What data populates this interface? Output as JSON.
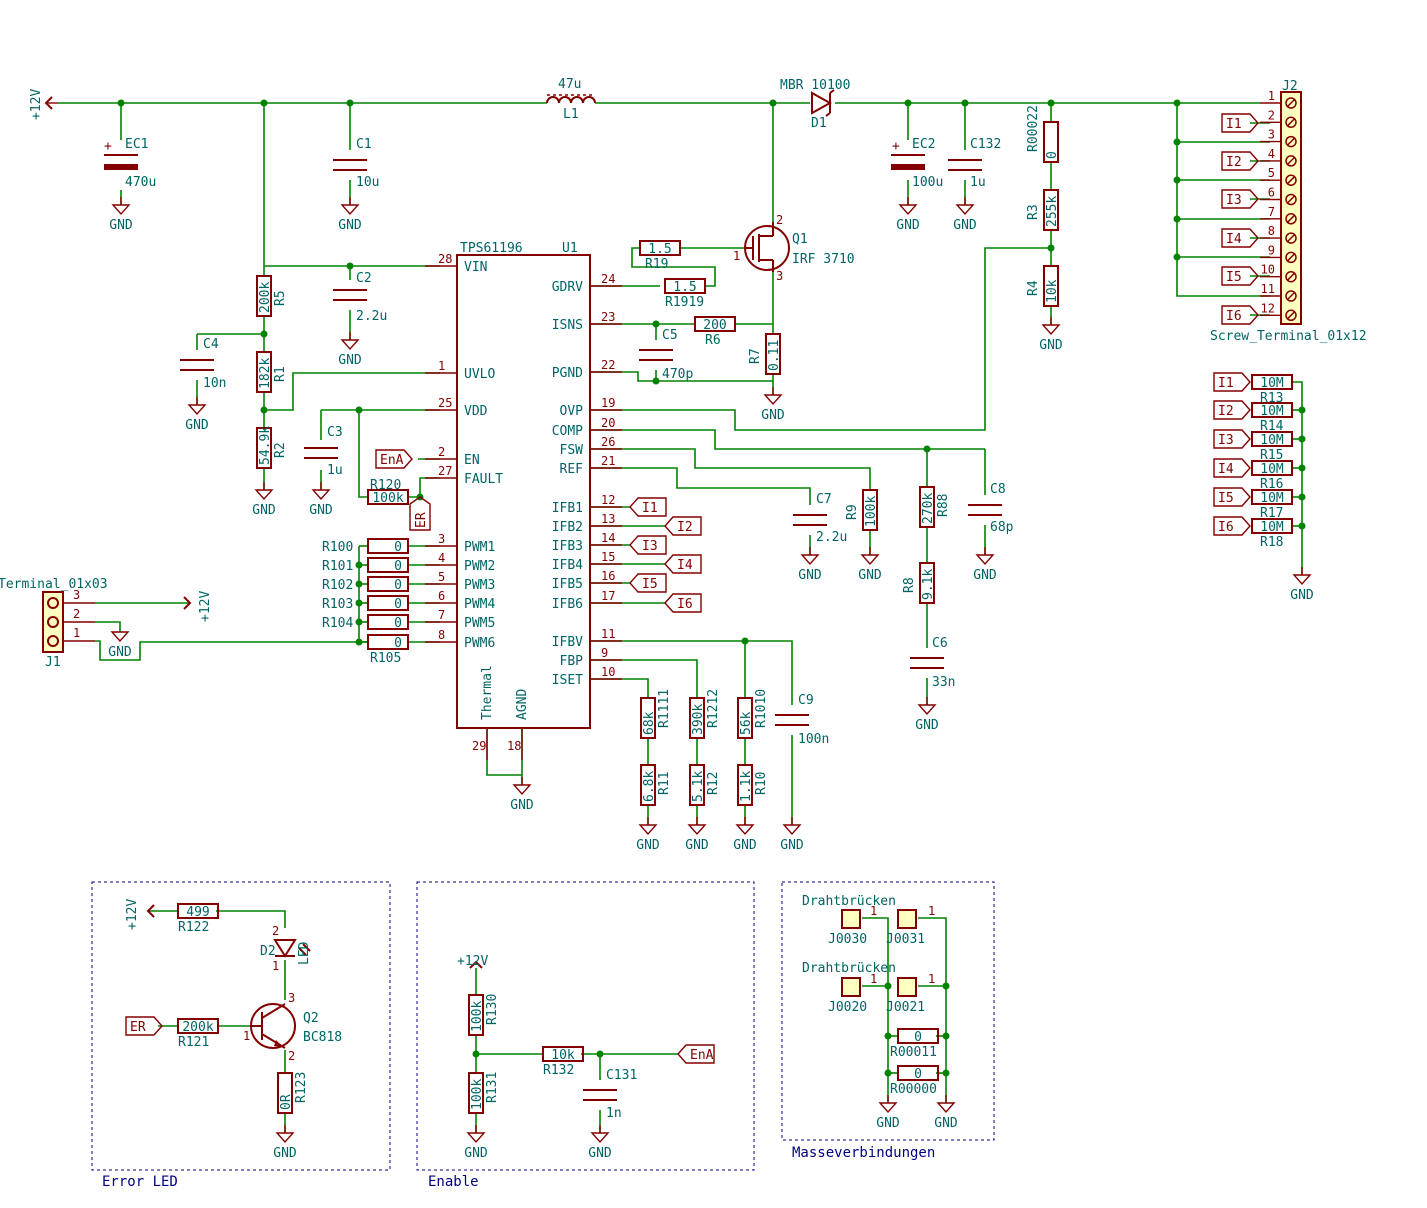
{
  "ic": {
    "name": "TPS61196",
    "ref": "U1",
    "left_pins": [
      {
        "num": "28",
        "name": "VIN"
      },
      {
        "num": "1",
        "name": "UVLO"
      },
      {
        "num": "25",
        "name": "VDD"
      },
      {
        "num": "2",
        "name": "EN"
      },
      {
        "num": "27",
        "name": "FAULT"
      },
      {
        "num": "3",
        "name": "PWM1"
      },
      {
        "num": "4",
        "name": "PWM2"
      },
      {
        "num": "5",
        "name": "PWM3"
      },
      {
        "num": "6",
        "name": "PWM4"
      },
      {
        "num": "7",
        "name": "PWM5"
      },
      {
        "num": "8",
        "name": "PWM6"
      }
    ],
    "right_pins": [
      {
        "num": "24",
        "name": "GDRV"
      },
      {
        "num": "23",
        "name": "ISNS"
      },
      {
        "num": "22",
        "name": "PGND"
      },
      {
        "num": "19",
        "name": "OVP"
      },
      {
        "num": "20",
        "name": "COMP"
      },
      {
        "num": "26",
        "name": "FSW"
      },
      {
        "num": "21",
        "name": "REF"
      },
      {
        "num": "12",
        "name": "IFB1"
      },
      {
        "num": "13",
        "name": "IFB2"
      },
      {
        "num": "14",
        "name": "IFB3"
      },
      {
        "num": "15",
        "name": "IFB4"
      },
      {
        "num": "16",
        "name": "IFB5"
      },
      {
        "num": "17",
        "name": "IFB6"
      },
      {
        "num": "11",
        "name": "IFBV"
      },
      {
        "num": "9",
        "name": "FBP"
      },
      {
        "num": "10",
        "name": "ISET"
      }
    ],
    "bottom_pins": [
      {
        "num": "29",
        "name": "Thermal"
      },
      {
        "num": "18",
        "name": "AGND"
      }
    ]
  },
  "power": {
    "plus12v": "+12V",
    "gnd": "GND"
  },
  "inductor": {
    "ref": "L1",
    "value": "47u"
  },
  "diode": {
    "ref": "D1",
    "value": "MBR 10100"
  },
  "mosfet": {
    "ref": "Q1",
    "value": "IRF 3710"
  },
  "caps": {
    "EC1": "470u",
    "C1": "10u",
    "C2": "2.2u",
    "C4": "10n",
    "C3": "1u",
    "C5": "470p",
    "EC2": "100u",
    "C132": "1u",
    "C7": "2.2u",
    "C8": "68p",
    "C6": "33n",
    "C9": "100n",
    "C131": "1n"
  },
  "resistors": {
    "R5": "200k",
    "R1": "182k",
    "R2": "54.9k",
    "R120": "100k",
    "R19": "1.5",
    "R1919": "1.5",
    "R6": "200",
    "R7": "0.11",
    "R00022": "0",
    "R3": "255k",
    "R4": "10k",
    "R9": "100k",
    "R88": "270k",
    "R8": "9.1k",
    "R1111": "68k",
    "R11": "6.8k",
    "R1212": "390k",
    "R12": "5.1k",
    "R1010": "56k",
    "R10": "1.1k",
    "R122": "499",
    "R121": "200k",
    "R123": "0R",
    "R130": "100k",
    "R131": "100k",
    "R132": "10k",
    "R00011": "0",
    "R00000": "0"
  },
  "pwm_res": {
    "refs": [
      "R100",
      "R101",
      "R102",
      "R103",
      "R104",
      "R105"
    ],
    "value": "0"
  },
  "j1": {
    "title": "Terminal_01x03",
    "ref": "J1",
    "pins": [
      "3",
      "2",
      "1"
    ]
  },
  "j2": {
    "ref": "J2",
    "title": "Screw_Terminal_01x12",
    "pins": [
      "1",
      "2",
      "3",
      "4",
      "5",
      "6",
      "7",
      "8",
      "9",
      "10",
      "11",
      "12"
    ]
  },
  "netlabels": {
    "en": "EnA",
    "er": "ER",
    "i1": "I1",
    "i2": "I2",
    "i3": "I3",
    "i4": "I4",
    "i5": "I5",
    "i6": "I6"
  },
  "bleeders": {
    "refs": [
      "R13",
      "R14",
      "R15",
      "R16",
      "R17",
      "R18"
    ],
    "value": "10M"
  },
  "q2": {
    "ref": "Q2",
    "value": "BC818",
    "pins": [
      "1",
      "2",
      "3"
    ]
  },
  "d2": {
    "ref": "D2",
    "value": "LED",
    "pins": [
      "1",
      "2"
    ]
  },
  "jumpers": {
    "title": "Drahtbrücken",
    "refs": [
      "J0030",
      "J0031",
      "J0020",
      "J0021"
    ],
    "pin": "1"
  },
  "blocks": {
    "error": "Error LED",
    "enable": "Enable",
    "masse": "Masseverbindungen"
  }
}
